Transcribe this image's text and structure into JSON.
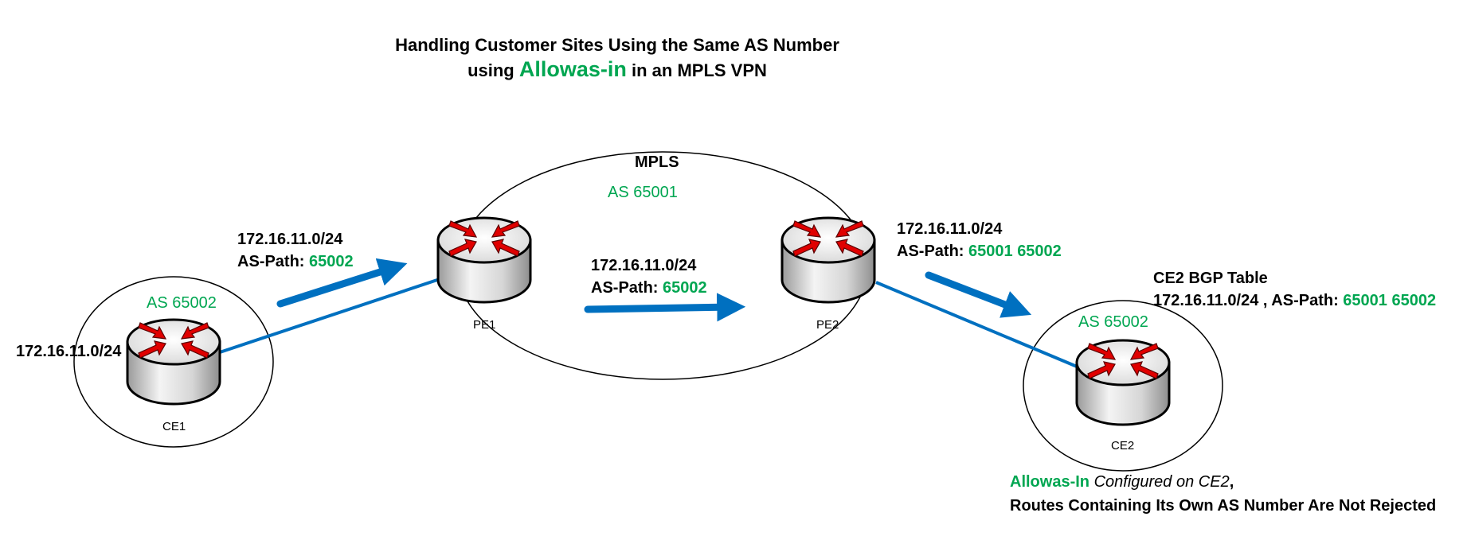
{
  "title": {
    "line1": "Handling Customer Sites Using the Same AS Number",
    "line2_prefix": "using",
    "line2_highlight": "Allowas-in",
    "line2_suffix": "in an MPLS VPN"
  },
  "mpls_cloud": {
    "label": "MPLS",
    "as_label": "AS 65001"
  },
  "sites": [
    {
      "router_name": "CE1",
      "as_label": "AS 65002",
      "prefix": "172.16.11.0/24"
    },
    {
      "router_name": "CE2",
      "as_label": "AS 65002"
    }
  ],
  "providers": [
    {
      "router_name": "PE1"
    },
    {
      "router_name": "PE2"
    }
  ],
  "advertisements": [
    {
      "prefix": "172.16.11.0/24",
      "aspath_label": "AS-Path:",
      "aspath": "65002"
    },
    {
      "prefix": "172.16.11.0/24",
      "aspath_label": "AS-Path:",
      "aspath": "65002"
    },
    {
      "prefix": "172.16.11.0/24",
      "aspath_label": "AS-Path:",
      "aspath": "65001 65002"
    }
  ],
  "ce2_table": {
    "heading": "CE2 BGP Table",
    "entry_prefix": "172.16.11.0/24 , AS-Path:",
    "entry_aspath": "65001 65002"
  },
  "note": {
    "highlight": "Allowas-In",
    "italic": "Configured on CE2",
    "comma": ",",
    "line2": "Routes Containing Its Own AS Number Are Not Rejected"
  },
  "colors": {
    "highlight_green": "#00a651",
    "link_blue": "#0070c0",
    "arrow_red": "#e00000"
  }
}
